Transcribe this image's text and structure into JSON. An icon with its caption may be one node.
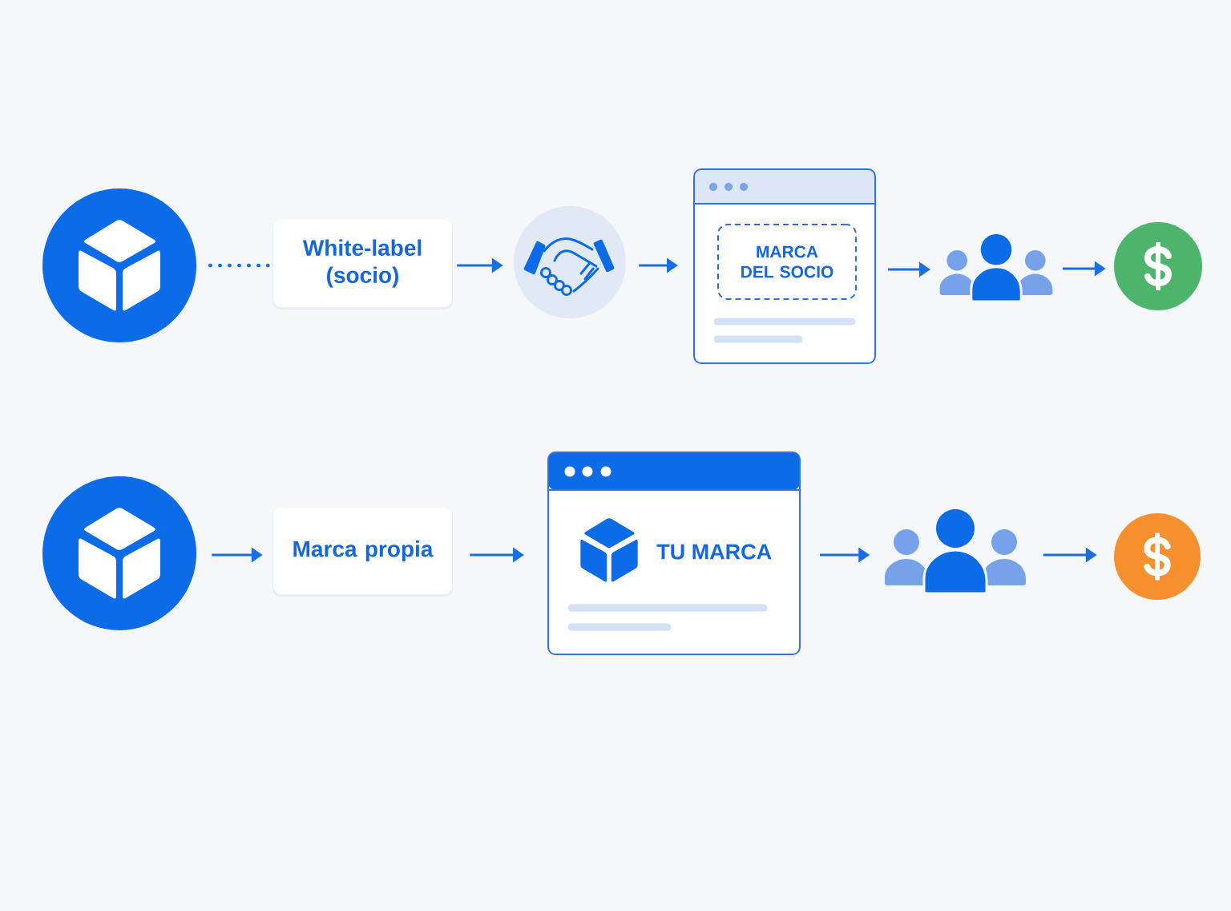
{
  "diagram": {
    "nodes": [
      {
        "text": [],
        "shape": "circle"
      },
      {
        "text": [
          "White-label (socio)"
        ]
      },
      {
        "text": [],
        "shape": "circle"
      },
      {
        "text": [],
        "shape": "box"
      },
      {
        "text": [
          "MARCA DEL SOCIO"
        ],
        "in": 3
      },
      {
        "text": [],
        "shape": "person"
      },
      {
        "text": [],
        "shape": "circle"
      },
      {
        "text": [],
        "shape": "circle"
      },
      {
        "text": [
          "Marca propia"
        ]
      },
      {
        "text": [
          "TU MARCA"
        ]
      },
      {
        "text": [],
        "shape": "person"
      },
      {
        "text": [],
        "shape": "circle"
      }
    ],
    "edges": [
      {
        "from": 0,
        "to": 1,
        "arrow": "none",
        "style": "dashed"
      },
      {
        "from": 1,
        "to": 2,
        "arrow": "to"
      },
      {
        "from": 2,
        "to": 3,
        "arrow": "to"
      },
      {
        "from": 3,
        "to": 5,
        "arrow": "to"
      },
      {
        "from": 5,
        "to": 6,
        "arrow": "to"
      },
      {
        "from": 7,
        "to": 8,
        "arrow": "to"
      },
      {
        "from": 8,
        "to": 9,
        "arrow": "to"
      },
      {
        "from": 9,
        "to": 10,
        "arrow": "to"
      },
      {
        "from": 10,
        "to": 11,
        "arrow": "to"
      }
    ]
  }
}
